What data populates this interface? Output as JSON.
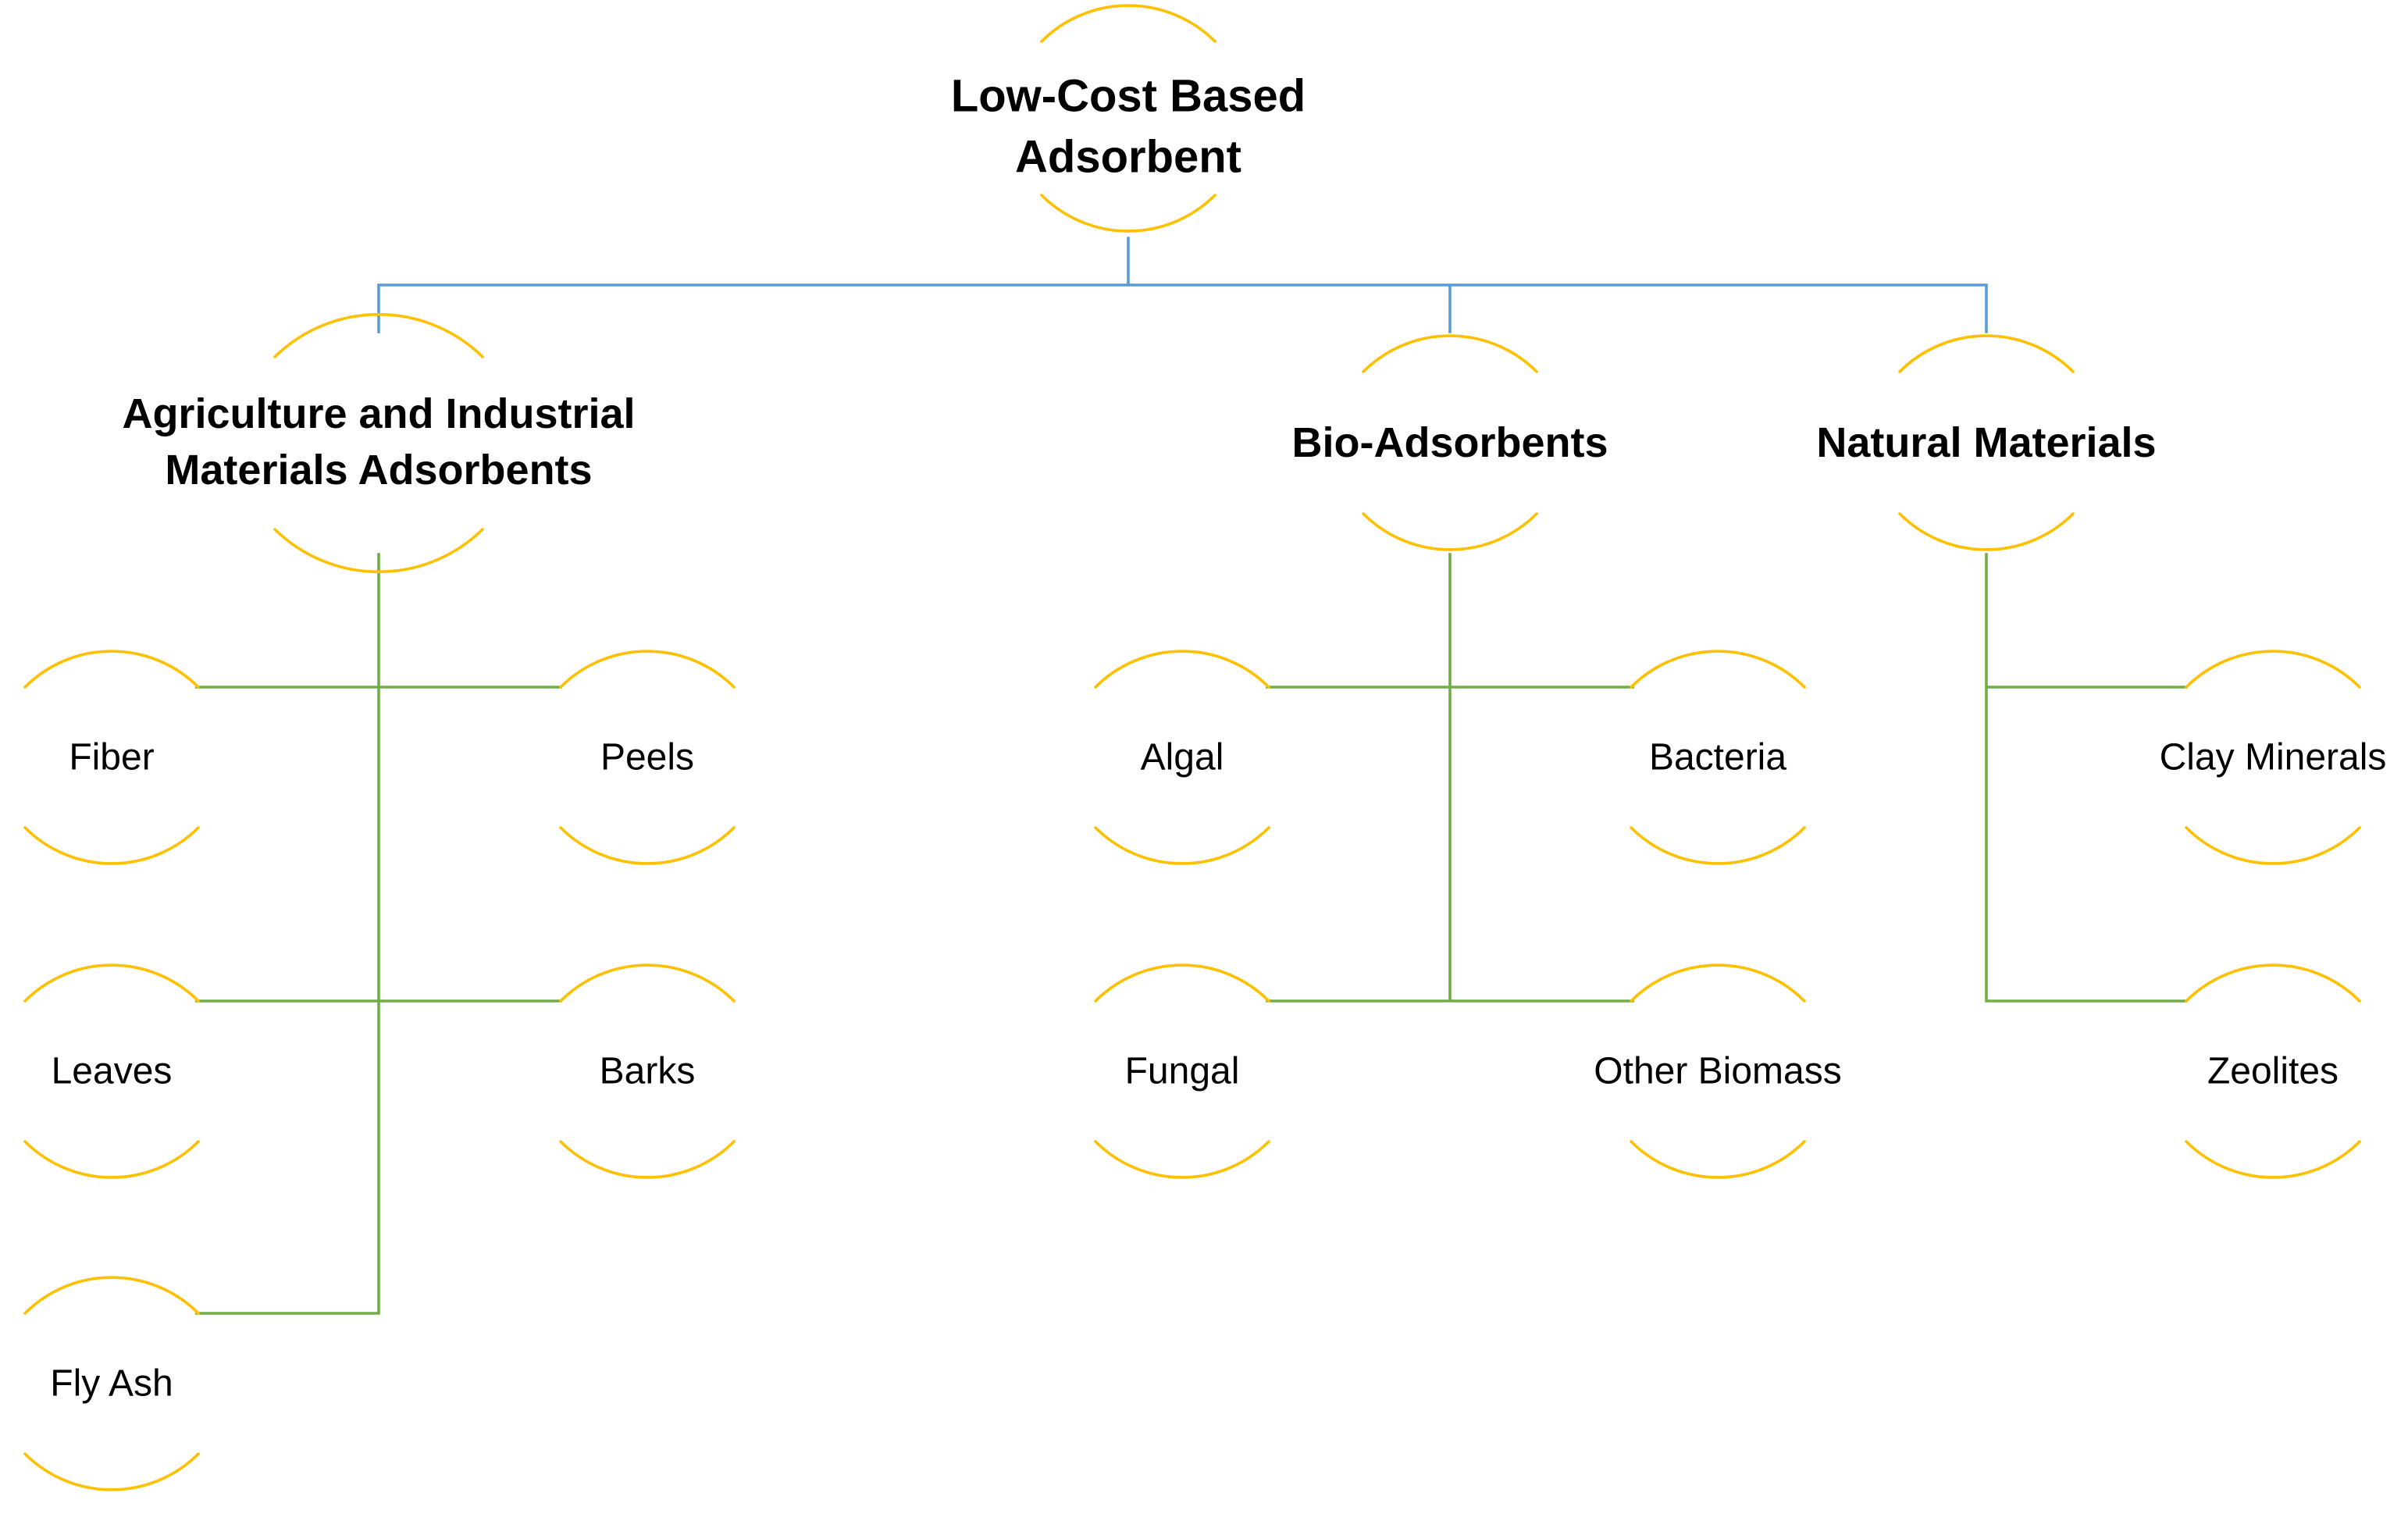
{
  "colors": {
    "arc": "#FFC000",
    "root_connector": "#5B9BD5",
    "child_connector": "#70AD47",
    "text": "#000000"
  },
  "diagram": {
    "root": {
      "lines": [
        "Low-Cost Based",
        "Adsorbent"
      ]
    },
    "categories": [
      {
        "id": "agri",
        "lines": [
          "Agriculture and Industrial",
          "Materials Adsorbents"
        ],
        "children": [
          "Fiber",
          "Peels",
          "Leaves",
          "Barks",
          "Fly Ash"
        ]
      },
      {
        "id": "bio",
        "lines": [
          "Bio-Adsorbents"
        ],
        "children": [
          "Algal",
          "Bacteria",
          "Fungal",
          "Other Biomass"
        ]
      },
      {
        "id": "natural",
        "lines": [
          "Natural Materials"
        ],
        "children": [
          "Clay Minerals",
          "Zeolites"
        ]
      }
    ]
  }
}
